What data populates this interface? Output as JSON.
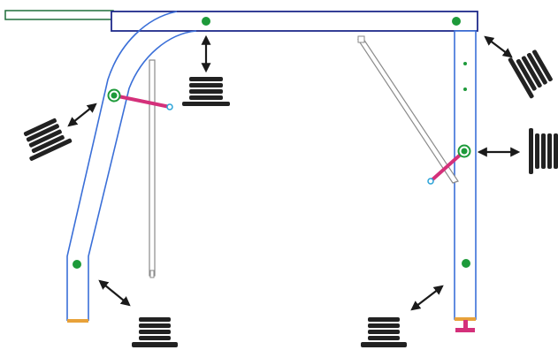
{
  "diagram": {
    "kind": "frame-assembly-exploded-view",
    "colors": {
      "background": "#ffffff",
      "frame_outline": "#3a6fd8",
      "top_bar_outline": "#1f2a8a",
      "extension_outline": "#1f6e3a",
      "fastener_dot": "#1d9a3a",
      "strut_pink": "#d4307a",
      "pivot_cyan": "#2aa3d8",
      "foot_cap_orange": "#e8a23a",
      "rubber_block": "#222222",
      "arrow": "#1a1a1a",
      "rod_grey": "#8a8a8a"
    },
    "components": {
      "fastener_count": 6,
      "rubber_pad_count": 6,
      "arrow_count": 6,
      "diagonal_struts": 2
    }
  }
}
